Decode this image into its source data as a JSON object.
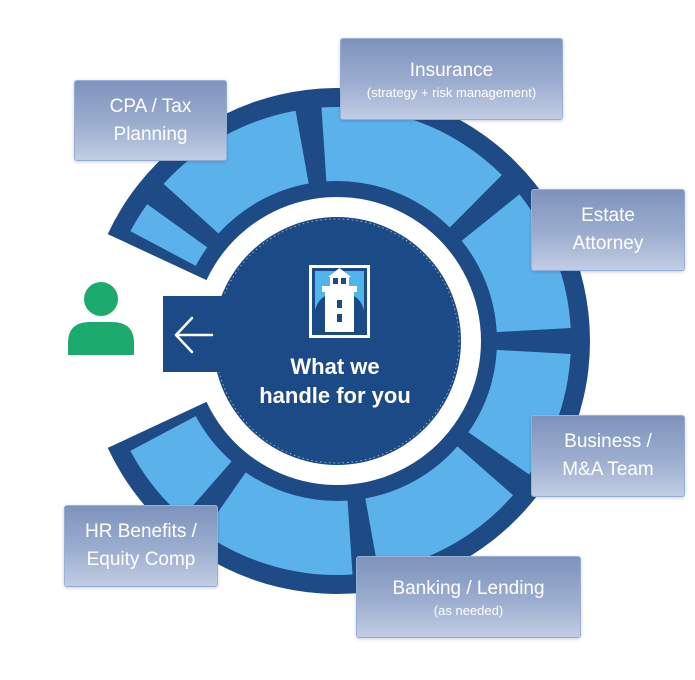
{
  "center": {
    "line1": "What we",
    "line2": "handle for you"
  },
  "services": {
    "cpa": {
      "line1": "CPA / Tax",
      "line2": "Planning"
    },
    "insurance": {
      "line1": "Insurance",
      "sub": "(strategy + risk management)"
    },
    "estate": {
      "line1": "Estate",
      "line2": "Attorney"
    },
    "business": {
      "line1": "Business /",
      "line2": "M&A Team"
    },
    "banking": {
      "line1": "Banking / Lending",
      "sub": "(as needed)"
    },
    "hr": {
      "line1": "HR Benefits /",
      "line2": "Equity Comp"
    }
  },
  "icons": {
    "person": "person-icon",
    "arrow": "arrow-left-icon",
    "logo": "lighthouse-logo"
  },
  "colors": {
    "ring_dark": "#1e4b86",
    "segment": "#5bb2ea",
    "center": "#1b4a86",
    "person": "#1daa6e",
    "box": "#8ea1c6"
  }
}
